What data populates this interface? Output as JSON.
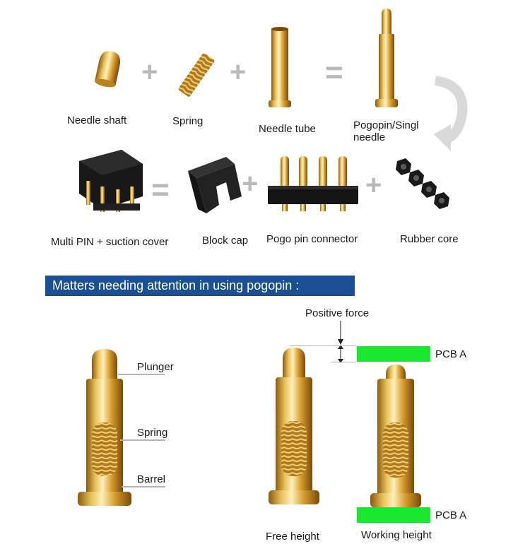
{
  "assembly": {
    "top_row": {
      "needle_shaft": "Needle shaft",
      "spring": "Spring",
      "needle_tube": "Needle tube",
      "pogopin_line1": "Pogopin/Singl",
      "pogopin_line2": "needle"
    },
    "bottom_row": {
      "multi_pin": "Multi PIN + suction cover",
      "block_cap": "Block cap",
      "connector": "Pogo pin connector",
      "rubber_core": "Rubber core"
    }
  },
  "section_title": "Matters needing attention in using pogopin :",
  "pin_parts": {
    "plunger": "Plunger",
    "spring": "Spring",
    "barrel": "Barrel"
  },
  "heights": {
    "positive_force": "Positive force",
    "pcb_top": "PCB A",
    "pcb_bottom": "PCB A",
    "free_height": "Free height",
    "working_height": "Working height"
  },
  "colors": {
    "banner": "#1a4f93",
    "pcb": "#19e831",
    "brass": "#d9a83a",
    "operator": "#b9b9b9"
  }
}
